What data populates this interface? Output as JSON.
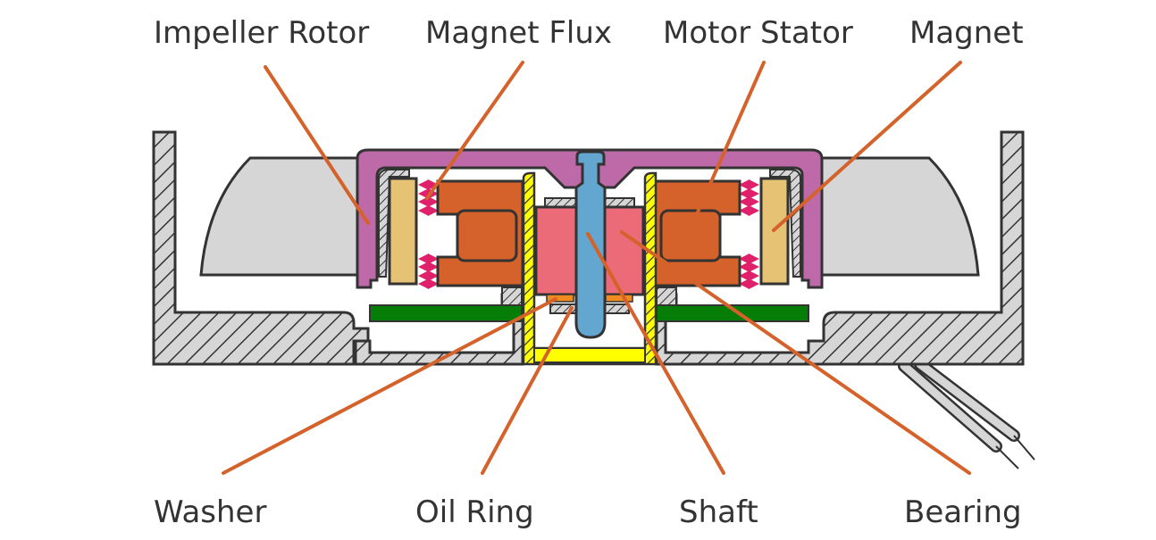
{
  "diagram": {
    "title": "Fan motor cross-section",
    "labels_top": [
      {
        "id": "impeller-rotor",
        "text": "Impeller Rotor"
      },
      {
        "id": "magnet-flux",
        "text": "Magnet Flux"
      },
      {
        "id": "motor-stator",
        "text": "Motor Stator"
      },
      {
        "id": "magnet",
        "text": "Magnet"
      }
    ],
    "labels_bottom": [
      {
        "id": "washer",
        "text": "Washer"
      },
      {
        "id": "oil-ring",
        "text": "Oil Ring"
      },
      {
        "id": "shaft",
        "text": "Shaft"
      },
      {
        "id": "bearing",
        "text": "Bearing"
      }
    ],
    "colors": {
      "leader": "#d4622a",
      "outline": "#333333",
      "housing": "#d6d6d6",
      "rotor": "#bf6aa8",
      "magnet": "#e6c374",
      "stator": "#d4622a",
      "bearing": "#ec6b78",
      "shaft": "#63a6cf",
      "pcb": "#067d06",
      "sleeve": "#ffff00",
      "flux": "#e0206a",
      "oil_ring": "#f08c1e",
      "text": "#333333"
    }
  }
}
